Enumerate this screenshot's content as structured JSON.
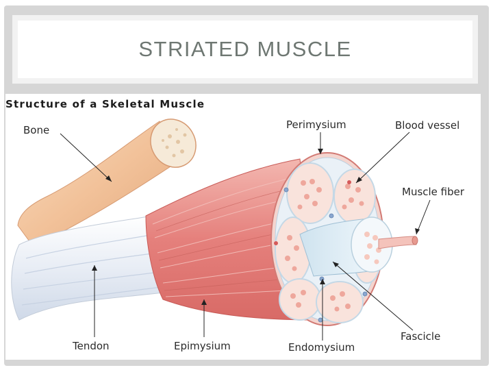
{
  "slide": {
    "title": "STRIATED MUSCLE"
  },
  "figure": {
    "heading": "Structure of a Skeletal Muscle",
    "labels": {
      "bone": "Bone",
      "perimysium": "Perimysium",
      "blood_vessel": "Blood vessel",
      "muscle_fiber": "Muscle fiber",
      "tendon": "Tendon",
      "epimysium": "Epimysium",
      "endomysium": "Endomysium",
      "fascicle": "Fascicle"
    }
  },
  "colors": {
    "title_text": "#6e7772",
    "frame": "#d6d6d6",
    "muscle": "#e58a88",
    "bone": "#f2c29a",
    "tendon": "#dfe7f1"
  }
}
